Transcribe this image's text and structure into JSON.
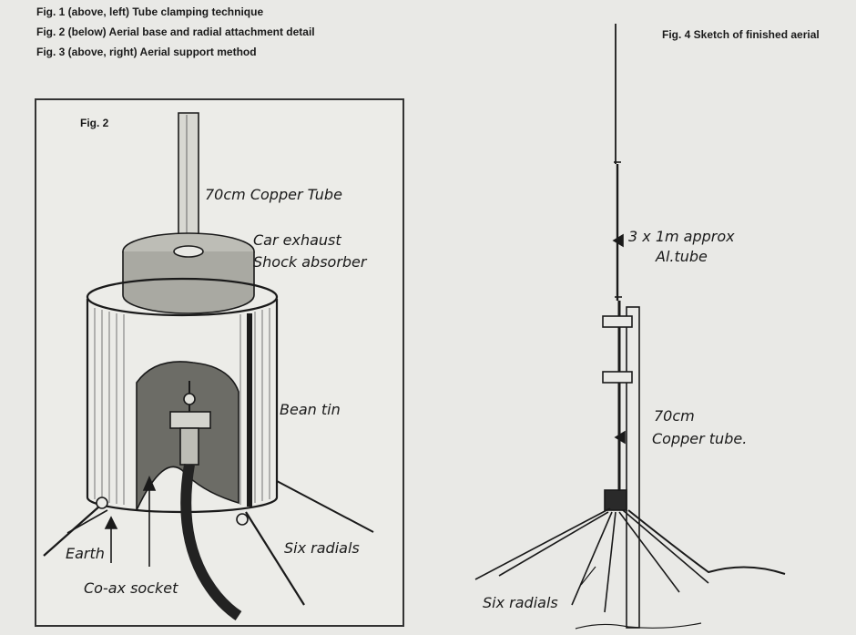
{
  "captions": {
    "fig1": "Fig. 1 (above, left) Tube clamping technique",
    "fig2": "Fig. 2 (below) Aerial base and radial attachment detail",
    "fig3": "Fig. 3 (above, right) Aerial support method",
    "fig4": "Fig. 4 Sketch of finished aerial"
  },
  "fig2": {
    "label": "Fig. 2",
    "labels": {
      "copper_tube": "70cm Copper Tube",
      "exhaust_1": "Car exhaust",
      "exhaust_2": "Shock absorber",
      "bean_tin": "Bean tin",
      "earth": "Earth",
      "coax": "Co-ax socket",
      "radials": "Six radials"
    }
  },
  "fig4": {
    "labels": {
      "al_tube_1": "3 x 1m approx",
      "al_tube_2": "Al.tube",
      "copper_1": "70cm",
      "copper_2": "Copper tube.",
      "radials": "Six radials"
    }
  },
  "colors": {
    "background": "#e9e9e6",
    "ink": "#1a1a1a"
  }
}
